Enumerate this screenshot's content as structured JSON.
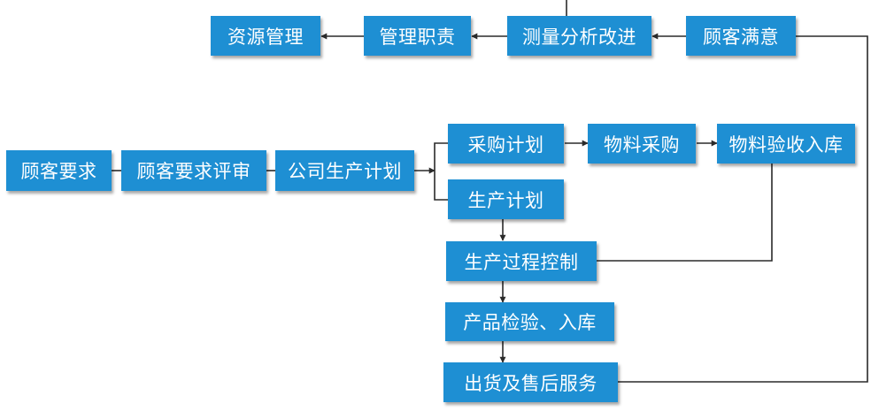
{
  "diagram": {
    "nodes": {
      "resource_management": "资源管理",
      "management_responsibility": "管理职责",
      "measurement_analysis": "测量分析改进",
      "customer_satisfaction": "顾客满意",
      "customer_requirements": "顾客要求",
      "requirements_review": "顾客要求评审",
      "production_plan_company": "公司生产计划",
      "procurement_plan": "采购计划",
      "material_procurement": "物料采购",
      "material_inspection": "物料验收入库",
      "production_plan": "生产计划",
      "process_control": "生产过程控制",
      "product_inspection": "产品检验、入库",
      "shipping_service": "出货及售后服务"
    },
    "colors": {
      "node_fill": "#1e8fd3",
      "node_text": "#ffffff",
      "connector": "#2a2a2a"
    }
  }
}
